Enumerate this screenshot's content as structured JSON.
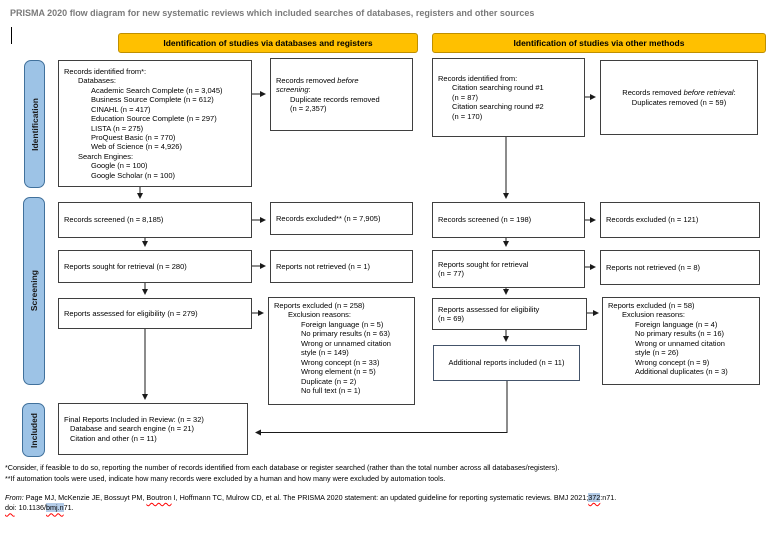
{
  "title": "PRISMA 2020 flow diagram for new systematic reviews which included searches of databases, registers and other sources",
  "headers": {
    "left": "Identification of studies via databases and registers",
    "right": "Identification of studies via other methods"
  },
  "stages": [
    "Identification",
    "Screening",
    "Included"
  ],
  "colors": {
    "header_fill": "#FFC000",
    "header_border": "#BF8F00",
    "stage_fill": "#9DC3E6",
    "stage_border": "#41719C",
    "box_border": "#3F3F3F",
    "special_box_border": "#44546A",
    "title_gray": "#7A7A7A",
    "field_highlight": "#B4CCE8",
    "squiggle_red": "#FF0000"
  },
  "boxes": {
    "b1": {
      "lines": [
        "Records identified from*:",
        "Databases:",
        "Academic Search Complete (n = 3,045)",
        "Business Source Complete (n = 612)",
        "CINAHL (n = 417)",
        "Education Source Complete (n = 297)",
        "LISTA (n = 275)",
        "ProQuest Basic (n = 770)",
        "Web of Science (n = 4,926)",
        "Search Engines:",
        "Google (n = 100)",
        "Google Scholar (n = 100)"
      ]
    },
    "b2": {
      "pre": "Records removed ",
      "italic1": "before",
      "italic2": "screening",
      "colon": ":",
      "line2": "Duplicate records removed",
      "line3": "(n = 2,357)"
    },
    "b3": {
      "text": "Records screened (n = 8,185)"
    },
    "b4": {
      "text": "Records excluded** (n = 7,905)"
    },
    "b5": {
      "text": "Reports sought for retrieval (n = 280)"
    },
    "b6": {
      "text": "Reports not retrieved (n = 1)"
    },
    "b7": {
      "text": "Reports assessed for eligibility (n = 279)"
    },
    "b8": {
      "lines": [
        "Reports excluded (n = 258)",
        "Exclusion reasons:",
        "Foreign language (n = 5)",
        "No primary results (n = 63)",
        "Wrong or unnamed citation",
        "style (n = 149)",
        "Wrong concept (n = 33)",
        "Wrong element (n = 5)",
        "Duplicate (n = 2)",
        "No full text (n = 1)"
      ]
    },
    "b9": {
      "lines": [
        "Final Reports Included in Review: (n = 32)",
        "Database and search engine (n = 21)",
        "Citation and other (n = 11)"
      ]
    },
    "c1": {
      "lines": [
        "Records identified from:",
        "Citation searching round #1",
        "(n = 87)",
        "Citation searching round #2",
        "(n = 170)"
      ]
    },
    "c2": {
      "pre": "Records removed ",
      "italic": "before retrieval",
      "colon": ":",
      "line2": "Duplicates removed (n = 59)"
    },
    "c3": {
      "text": "Records screened (n = 198)"
    },
    "c4": {
      "text": "Records excluded (n = 121)"
    },
    "c5": {
      "lines": [
        "Reports sought for retrieval",
        "(n = 77)"
      ]
    },
    "c6": {
      "text": "Reports not retrieved (n = 8)"
    },
    "c7": {
      "lines": [
        "Reports assessed for eligibility",
        "(n = 69)"
      ]
    },
    "c8": {
      "lines": [
        "Reports excluded (n = 58)",
        "Exclusion reasons:",
        "Foreign language (n = 4)",
        "No primary results (n = 16)",
        "Wrong or unnamed citation",
        "style (n = 26)",
        "Wrong concept (n = 9)",
        "Additional duplicates (n = 3)"
      ]
    },
    "c9": {
      "text": "Additional reports included (n = 11)"
    }
  },
  "footnotes": {
    "note1": "*Consider, if feasible to do so, reporting the number of records identified from each database or register searched (rather than the total number across all databases/registers).",
    "note2": "**If automation tools were used, indicate how many records were excluded by a human and how many were excluded by automation tools."
  },
  "citation": {
    "from": "From:",
    "part1": "  Page MJ, McKenzie JE, Bossuyt PM, ",
    "name_flagged": "Boutron",
    "part2": " I, Hoffmann TC, Mulrow CD, et al. The PRISMA 2020 statement: an updated guideline for reporting systematic reviews. BMJ 2021;",
    "vol_highlight": "372",
    "part3": ":n71.",
    "doi_label": "doi",
    "part4": ": 10.1136/",
    "link_highlight": "bmj.n",
    "part5": "71."
  }
}
